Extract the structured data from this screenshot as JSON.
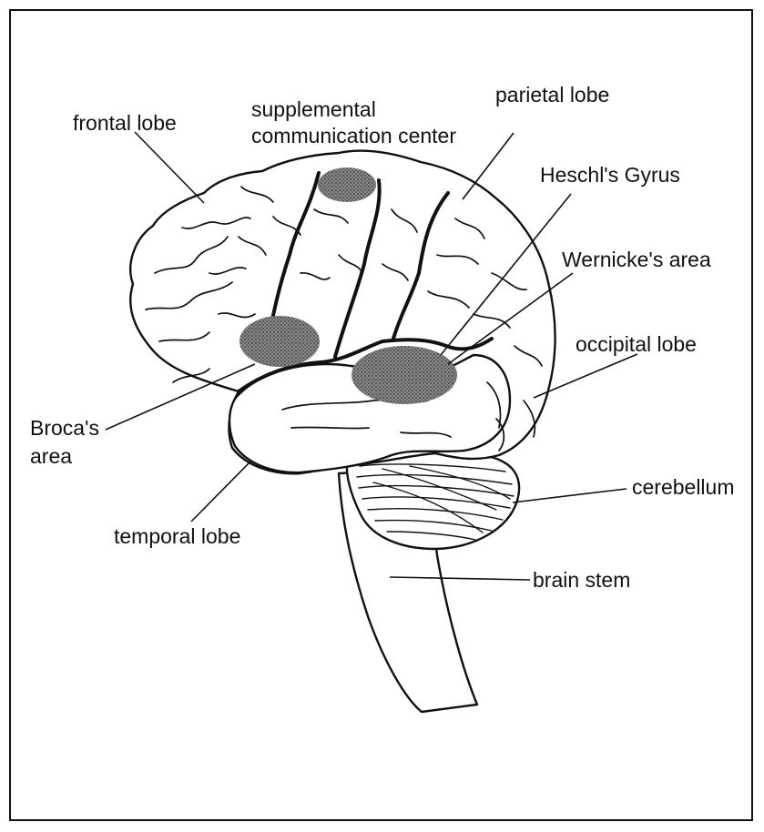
{
  "diagram": {
    "labels": {
      "frontal_lobe": "frontal lobe",
      "supplemental_line1": "supplemental",
      "supplemental_line2": "communication center",
      "parietal_lobe": "parietal lobe",
      "heschls_gyrus": "Heschl's Gyrus",
      "wernickes_area": "Wernicke's area",
      "occipital_lobe": "occipital lobe",
      "brocas_line1": "Broca's",
      "brocas_line2": "area",
      "cerebellum": "cerebellum",
      "temporal_lobe": "temporal lobe",
      "brain_stem": "brain stem"
    },
    "colors": {
      "ink": "#111111",
      "highlight_region": "#7a7a7a",
      "background": "#ffffff"
    }
  }
}
